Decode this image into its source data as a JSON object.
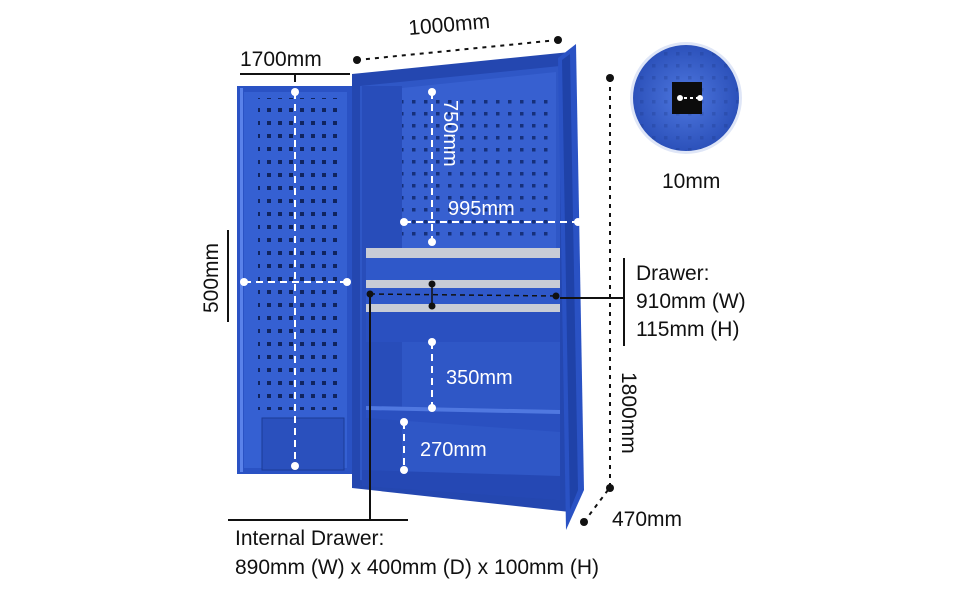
{
  "dimensions": {
    "door_width": "1700mm",
    "cabinet_width": "1000mm",
    "door_panel_height": "500mm",
    "pegboard_height": "750mm",
    "internal_width": "995mm",
    "shelf_gap": "350mm",
    "bottom_gap": "270mm",
    "cabinet_height": "1800mm",
    "cabinet_depth": "470mm",
    "hole_size": "10mm"
  },
  "drawer": {
    "title": "Drawer:",
    "width": "910mm (W)",
    "height": "115mm (H)"
  },
  "internal_drawer": {
    "title": "Internal Drawer:",
    "spec": "890mm (W) x 400mm (D) x 100mm (H)"
  },
  "colors": {
    "cabinet_blue": "#2d55c8",
    "cabinet_dark": "#1f3f9e",
    "interior_blue": "#3a63d0",
    "drawer_silver": "#c8ccd6"
  }
}
